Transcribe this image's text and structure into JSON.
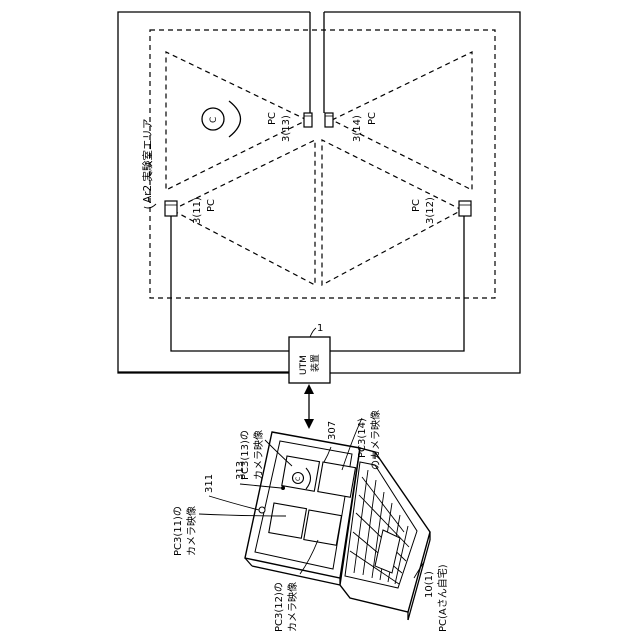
{
  "area": {
    "label": "Ar2 実験室エリア"
  },
  "cameras": [
    {
      "id": "cam11",
      "line1": "3(11)",
      "line2": "PC"
    },
    {
      "id": "cam12",
      "line1": "3(12)",
      "line2": "PC"
    },
    {
      "id": "cam13",
      "line1": "3(13)",
      "line2": "PC"
    },
    {
      "id": "cam14",
      "line1": "3(14)",
      "line2": "PC"
    }
  ],
  "person": {
    "label": "C"
  },
  "utm": {
    "label1": "UTM",
    "label2": "装置",
    "ref": "1"
  },
  "laptop": {
    "ref_307": "307",
    "ref_311": "311",
    "ref_313": "313",
    "person_label": "C",
    "pc_line1": "10(1)",
    "pc_line2": "PC(Aさん自宅)"
  },
  "captions": {
    "cam11_a": "PC3(11)の",
    "cam11_b": "カメラ映像",
    "cam12_a": "PC3(12)の",
    "cam12_b": "カメラ映像",
    "cam13_a": "PC3(13)の",
    "cam13_b": "カメラ映像",
    "cam14_a": "PC3(14)",
    "cam14_b": "のカメラ映像"
  }
}
